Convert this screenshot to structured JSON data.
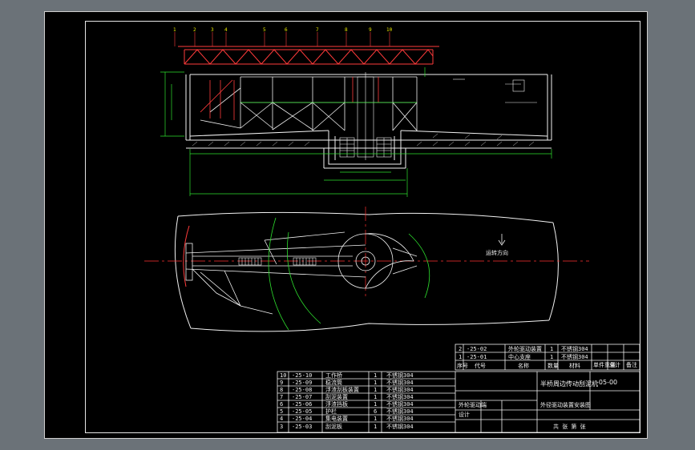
{
  "drawing": {
    "title_block": {
      "main_title": "半桥周边传动刮泥机",
      "drawing_no": "-05-00",
      "sub_label": "外轮驱动端",
      "sub_label_2": "外径驱动装置安装图",
      "col_headers": [
        "序号",
        "代号",
        "名称",
        "数量",
        "材料",
        "单件重量",
        "总计",
        "备注"
      ],
      "top_rows": [
        {
          "no": "2",
          "code": "-25-02",
          "name": "外轮驱动装置",
          "qty": "1",
          "mat": "不锈钢304"
        },
        {
          "no": "1",
          "code": "-25-01",
          "name": "中心支座",
          "qty": "1",
          "mat": "不锈钢304"
        }
      ],
      "bottom_label": "共 张 第 张",
      "designer_label": "设计"
    },
    "parts_list": [
      {
        "no": "10",
        "code": "-25-10",
        "name": "工作桥",
        "qty": "1",
        "mat": "不锈钢304"
      },
      {
        "no": "9",
        "code": "-25-09",
        "name": "稳流筒",
        "qty": "1",
        "mat": "不锈钢304"
      },
      {
        "no": "8",
        "code": "-25-08",
        "name": "浮渣刮板装置",
        "qty": "1",
        "mat": "不锈钢304"
      },
      {
        "no": "7",
        "code": "-25-07",
        "name": "刮泥装置",
        "qty": "1",
        "mat": "不锈钢304"
      },
      {
        "no": "6",
        "code": "-25-06",
        "name": "浮渣挡板",
        "qty": "1",
        "mat": "不锈钢304"
      },
      {
        "no": "5",
        "code": "-25-05",
        "name": "护栏",
        "qty": "6",
        "mat": "不锈钢304"
      },
      {
        "no": "4",
        "code": "-25-04",
        "name": "集电装置",
        "qty": "1",
        "mat": "不锈钢304"
      },
      {
        "no": "3",
        "code": "-25-03",
        "name": "刮泥板",
        "qty": "1",
        "mat": "不锈钢304"
      }
    ],
    "annotations": {
      "plan_direction": "运转方向",
      "balloons": [
        "1",
        "2",
        "3",
        "4",
        "5",
        "6",
        "7",
        "8",
        "9",
        "10"
      ]
    },
    "colors": {
      "background": "#000000",
      "window": "#6b7278",
      "frame": "#e6e6e6",
      "structure_red": "#ff3b3b",
      "dimension_green": "#2ee02e",
      "centerline_red": "#ff3030",
      "label_yellow": "#e8e800",
      "geometry_white": "#f2f2f2"
    }
  }
}
